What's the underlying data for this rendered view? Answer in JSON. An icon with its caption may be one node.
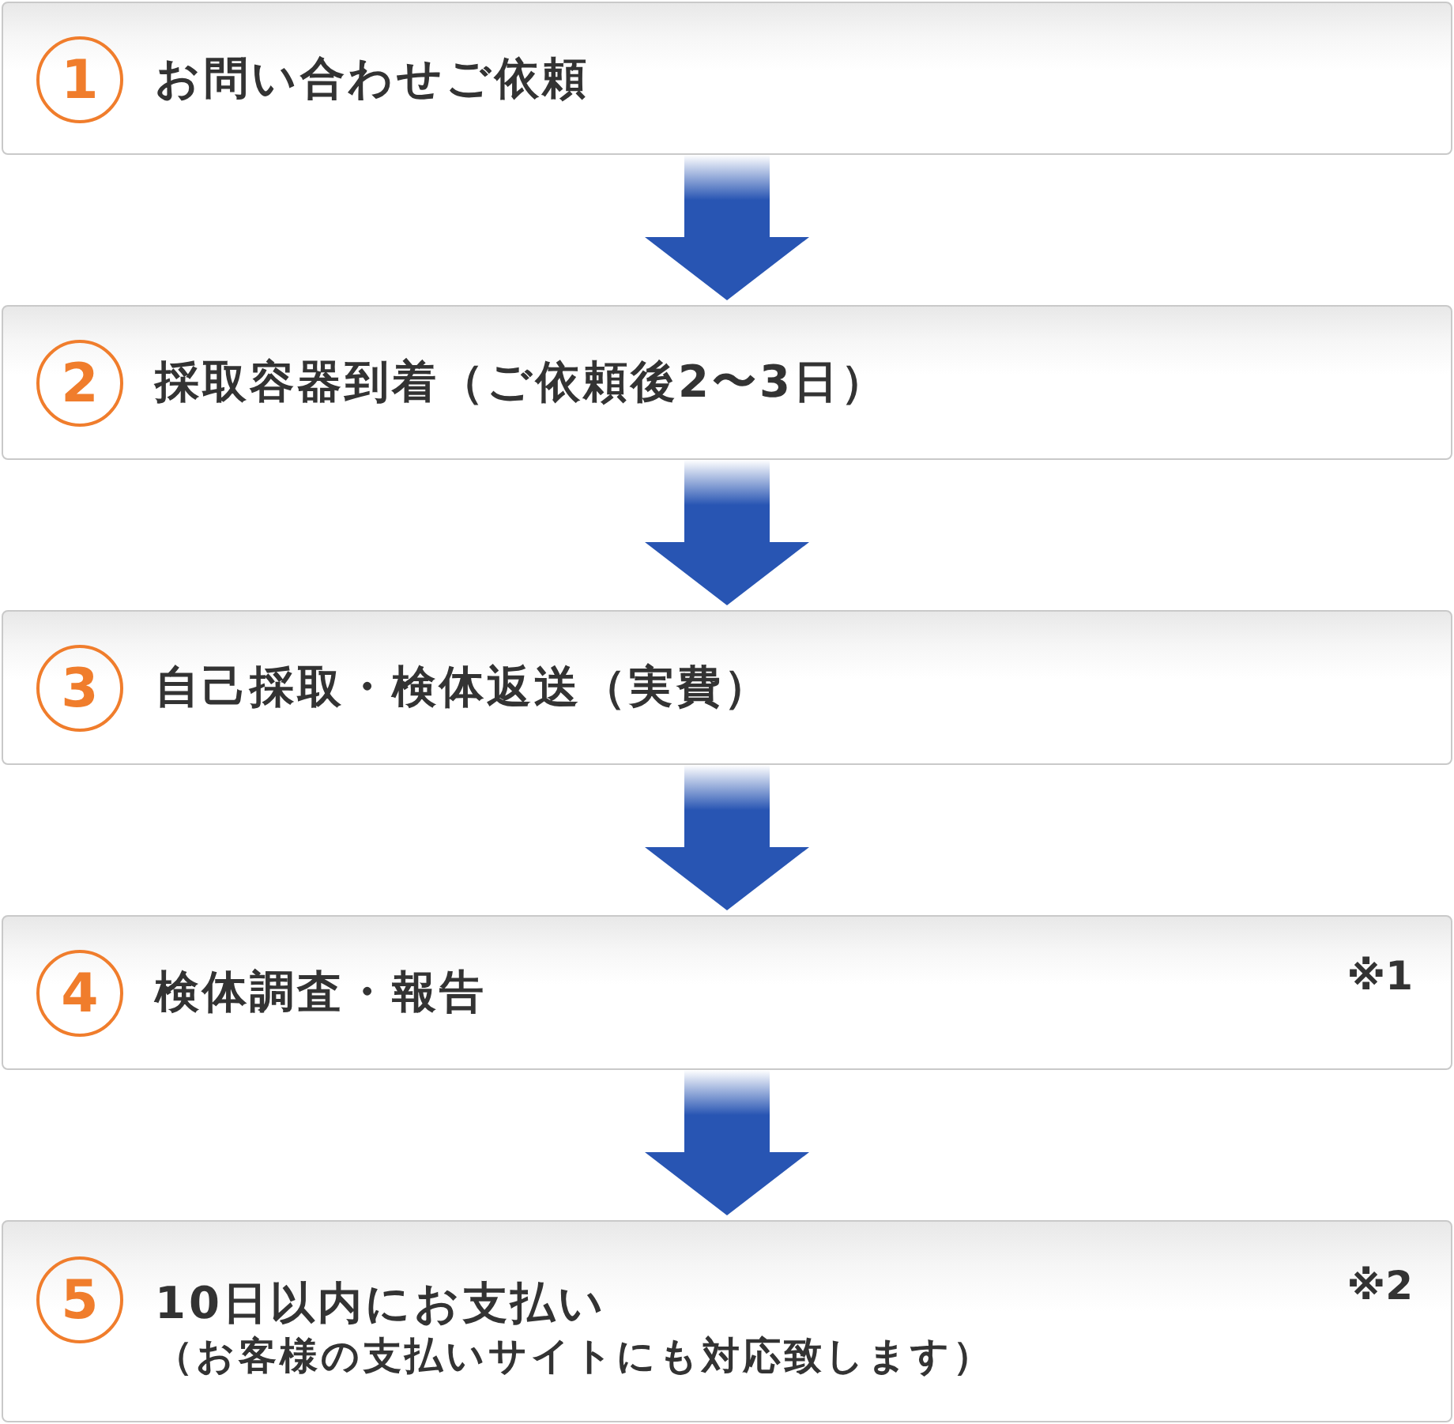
{
  "diagram": {
    "nodes": [
      {
        "text": [
          "1",
          "お問い合わせご依頼"
        ]
      },
      {
        "text": [
          "2",
          "採取容器到着（ご依頼後2〜3日）"
        ]
      },
      {
        "text": [
          "3",
          "自己採取・検体返送（実費）"
        ]
      },
      {
        "text": [
          "4",
          "検体調査・報告",
          "※1"
        ]
      },
      {
        "text": [
          "5",
          "10日以内にお支払い",
          "（お客様の支払いサイトにも対応致します）",
          "※2"
        ]
      }
    ],
    "edges": [
      {
        "from": 0,
        "to": 1,
        "arrow": "to"
      },
      {
        "from": 1,
        "to": 2,
        "arrow": "to"
      },
      {
        "from": 2,
        "to": 3,
        "arrow": "to"
      },
      {
        "from": 3,
        "to": 4,
        "arrow": "to"
      }
    ]
  }
}
